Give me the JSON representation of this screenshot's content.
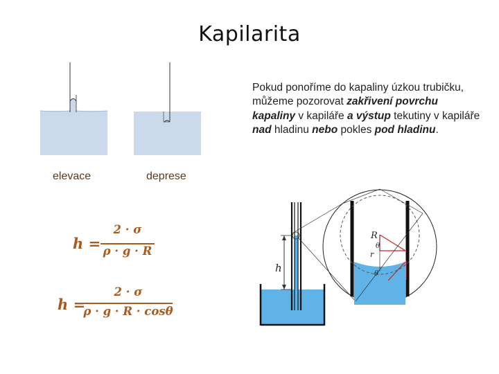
{
  "title": "Kapilarita",
  "paragraph": {
    "p1": "Pokud ponoříme do kapaliny úzkou trubičku, můžeme pozorovat ",
    "p2": "zakřivení povrchu kapaliny",
    "p3": " v kapiláře ",
    "p4": "a výstup",
    "p5": " tekutiny v kapiláře ",
    "p6": "nad",
    "p7": " hladinu ",
    "p8": "nebo",
    "p9": " pokles ",
    "p10": "pod hladinu",
    "p11": "."
  },
  "labels": {
    "elevace": "elevace",
    "deprese": "deprese"
  },
  "formula1": {
    "lhs": "h =",
    "numerator": "2 · σ",
    "denominator": "ρ · g · R"
  },
  "formula2": {
    "lhs": "h =",
    "numerator": "2 · σ",
    "denominator": "ρ · g · R · cosθ"
  },
  "diagram": {
    "h_label": "h",
    "R_label": "R",
    "theta_label": "θ",
    "r_label": "r",
    "theta2_label": "θ"
  },
  "colors": {
    "liquid_light": "#cbd9ea",
    "liquid_blue": "#5fb3e6",
    "formula": "#a85a1f",
    "angle_red": "#cc2222"
  }
}
